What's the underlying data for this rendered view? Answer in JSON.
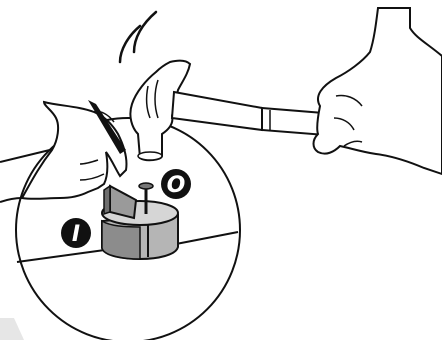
{
  "illustration": {
    "subject": "hammer-and-nail",
    "colors": {
      "ink": "#111111",
      "paper": "#ffffff",
      "part_dark": "#8c8c8c",
      "part_mid": "#b5b5b5",
      "part_light": "#d6d6d6",
      "corner_shade": "#e6e6e6"
    }
  },
  "labels": {
    "left": "I",
    "right": "O"
  }
}
